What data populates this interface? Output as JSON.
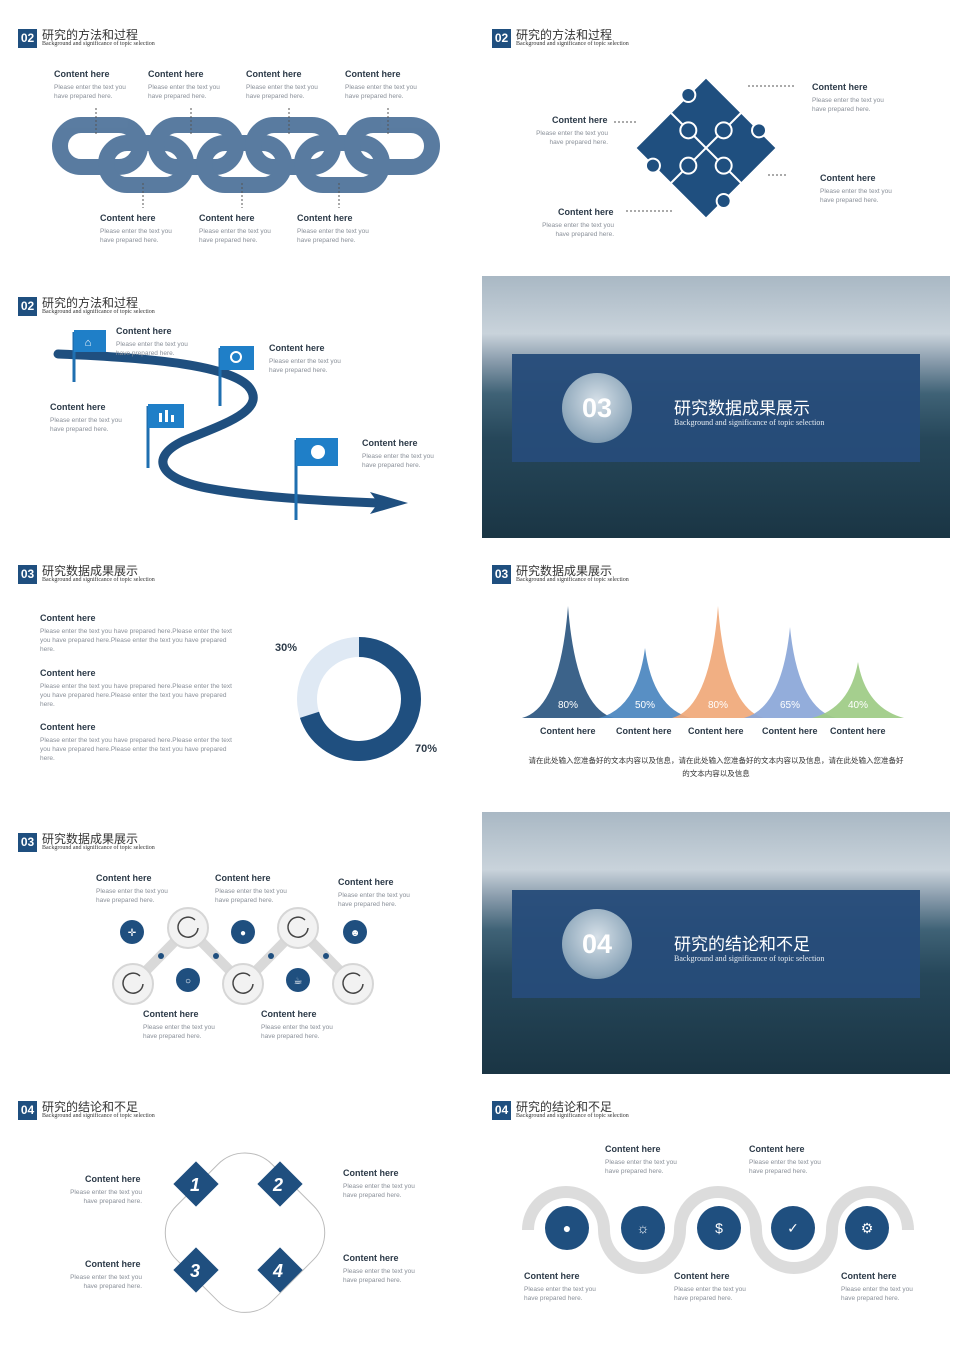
{
  "common": {
    "heading": "Content here",
    "body": "Please enter the text you have prepared here.",
    "subtitle": "Background and significance of topic selection"
  },
  "slides": [
    {
      "num": "02",
      "title": "研究的方法和过程"
    },
    {
      "num": "02",
      "title": "研究的方法和过程"
    },
    {
      "num": "02",
      "title": "研究的方法和过程"
    },
    {
      "num": "03",
      "title": "研究数据成果展示",
      "banner": true
    },
    {
      "num": "03",
      "title": "研究数据成果展示"
    },
    {
      "num": "03",
      "title": "研究数据成果展示"
    },
    {
      "num": "03",
      "title": "研究数据成果展示"
    },
    {
      "num": "04",
      "title": "研究的结论和不足",
      "banner": true
    },
    {
      "num": "04",
      "title": "研究的结论和不足"
    },
    {
      "num": "04",
      "title": "研究的结论和不足"
    }
  ],
  "donut": {
    "pct_small": "30%",
    "pct_large": "70%",
    "long_body": "Please enter the text you have prepared here.Please enter the text you have prepared here.Please enter the text you have prepared here."
  },
  "peaks": {
    "values": [
      "80%",
      "50%",
      "80%",
      "65%",
      "40%"
    ],
    "heights": [
      80,
      50,
      80,
      65,
      40
    ],
    "colors": [
      "#2b5680",
      "#4a86bf",
      "#f0a878",
      "#8aa6d8",
      "#9dcb84"
    ],
    "caption": "请在此处输入您准备好的文本内容以及信息，请在此处输入您准备好的文本内容以及信息，请在此处输入您准备好的文本内容以及信息"
  },
  "diamond_numbers": [
    "1",
    "2",
    "3",
    "4"
  ],
  "colors": {
    "accent": "#1f4f7f",
    "muted": "#5b7fa4",
    "gray": "#d9d9d9"
  }
}
